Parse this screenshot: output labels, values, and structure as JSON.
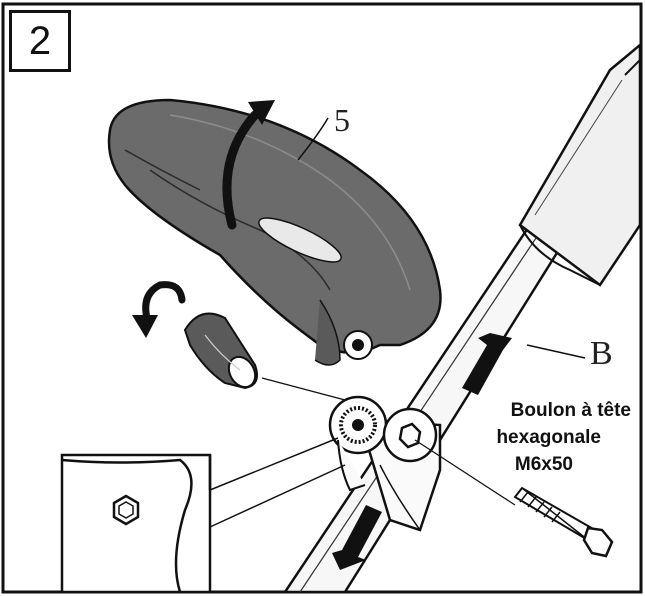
{
  "step_number": "2",
  "labels": {
    "part_5": "5",
    "part_b": "B",
    "bolt_line_1": "Boulon à tête",
    "bolt_line_2": "hexagonale",
    "bolt_line_3": "M6x50"
  },
  "colors": {
    "ink": "#111111",
    "handle_fill": "#6b6b6b",
    "tube_fill": "#f2f2f2"
  }
}
